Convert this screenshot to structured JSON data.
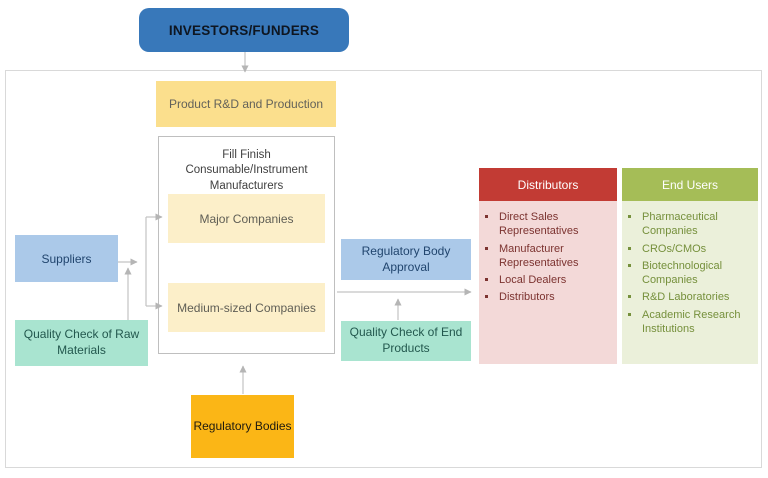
{
  "colors": {
    "investors-bg": "#3878BA",
    "yellow-bg": "#FBDF8D",
    "pale-yellow-bg": "#FCEFC9",
    "blue-bg": "#ABC9E9",
    "mint-bg": "#A9E4D0",
    "amber-bg": "#FBB616",
    "red-header-bg": "#C23B34",
    "pink-bg": "#F3D9D8",
    "green-header-bg": "#A5BD57",
    "light-green-bg": "#EBF0DA",
    "border": "#D9D9D9",
    "arrow": "#C3C3C3"
  },
  "nodes": {
    "investors": "INVESTORS/FUNDERS",
    "product_rd": "Product R&D and Production",
    "manufacturers_title": "Fill Finish Consumable/Instrument Manufacturers",
    "major": "Major Companies",
    "medium": "Medium-sized Companies",
    "suppliers": "Suppliers",
    "qc_raw": "Quality Check of Raw Materials",
    "approval": "Regulatory Body Approval",
    "qc_end": "Quality Check of End Products",
    "regulatory_bodies": "Regulatory Bodies"
  },
  "distributors": {
    "header": "Distributors",
    "items": [
      "Direct Sales Representatives",
      "Manufacturer Representatives",
      "Local Dealers",
      "Distributors"
    ]
  },
  "end_users": {
    "header": "End Users",
    "items": [
      "Pharmaceutical Companies",
      "CROs/CMOs",
      "Biotechnological Companies",
      "R&D Laboratories",
      "Academic Research Institutions"
    ]
  }
}
